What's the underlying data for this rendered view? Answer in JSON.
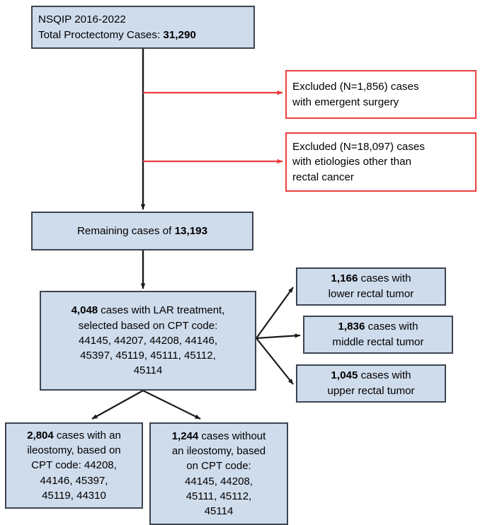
{
  "diagram": {
    "title": "NSQIP proctectomy cohort selection flowchart",
    "colors": {
      "box_fill": "#cfdcec",
      "box_border": "#3d4450",
      "excluded_border": "#ef3e3e",
      "arrow_black": "#1a1a1a",
      "arrow_red": "#ef3e3e"
    }
  },
  "nodes": {
    "total": {
      "name": "total-proctectomy-cases",
      "lines": [
        {
          "text": "NSQIP 2016-2022",
          "bold": ""
        },
        {
          "text": "Total Proctectomy Cases: ",
          "bold": "31,290"
        }
      ]
    },
    "excluded_emergent": {
      "name": "excluded-emergent-surgery",
      "count": "1,856",
      "lines": [
        {
          "text": "Excluded (N=1,856) cases",
          "bold": ""
        },
        {
          "text": "with emergent surgery",
          "bold": ""
        }
      ]
    },
    "excluded_etiology": {
      "name": "excluded-other-etiologies",
      "count": "18,097",
      "lines": [
        {
          "text": "Excluded (N=18,097) cases",
          "bold": ""
        },
        {
          "text": "with etiologies other than",
          "bold": ""
        },
        {
          "text": "rectal cancer",
          "bold": ""
        }
      ]
    },
    "remaining": {
      "name": "remaining-cases",
      "count": "13,193",
      "lines": [
        {
          "text": "Remaining cases of ",
          "bold": "13,193"
        }
      ]
    },
    "lar": {
      "name": "lar-treatment-cases",
      "count": "4,048",
      "lines": [
        {
          "text": " cases with LAR treatment,",
          "bold": "4,048",
          "bold_first": true
        },
        {
          "text": "selected based on CPT code:",
          "bold": ""
        },
        {
          "text": "44145, 44207, 44208, 44146,",
          "bold": ""
        },
        {
          "text": "45397, 45119, 45111, 45112,",
          "bold": ""
        },
        {
          "text": "45114",
          "bold": ""
        }
      ]
    },
    "lower_tumor": {
      "name": "lower-rectal-tumor-cases",
      "count": "1,166",
      "lines": [
        {
          "text": " cases with",
          "bold": "1,166",
          "bold_first": true
        },
        {
          "text": "lower rectal tumor",
          "bold": ""
        }
      ]
    },
    "middle_tumor": {
      "name": "middle-rectal-tumor-cases",
      "count": "1,836",
      "lines": [
        {
          "text": " cases with",
          "bold": "1,836",
          "bold_first": true
        },
        {
          "text": "middle rectal tumor",
          "bold": ""
        }
      ]
    },
    "upper_tumor": {
      "name": "upper-rectal-tumor-cases",
      "count": "1,045",
      "lines": [
        {
          "text": " cases with",
          "bold": "1,045",
          "bold_first": true
        },
        {
          "text": "upper rectal tumor",
          "bold": ""
        }
      ]
    },
    "with_ileostomy": {
      "name": "cases-with-ileostomy",
      "count": "2,804",
      "lines": [
        {
          "text": " cases with an",
          "bold": "2,804",
          "bold_first": true
        },
        {
          "text": "ileostomy, based on",
          "bold": ""
        },
        {
          "text": "CPT code: 44208,",
          "bold": ""
        },
        {
          "text": "44146, 45397,",
          "bold": ""
        },
        {
          "text": "45119, 44310",
          "bold": ""
        }
      ]
    },
    "without_ileostomy": {
      "name": "cases-without-ileostomy",
      "count": "1,244",
      "lines": [
        {
          "text": " cases without",
          "bold": "1,244",
          "bold_first": true
        },
        {
          "text": "an ileostomy, based",
          "bold": ""
        },
        {
          "text": "on CPT code:",
          "bold": ""
        },
        {
          "text": "44145, 44208,",
          "bold": ""
        },
        {
          "text": "45111, 45112,",
          "bold": ""
        },
        {
          "text": "45114",
          "bold": ""
        }
      ]
    }
  }
}
